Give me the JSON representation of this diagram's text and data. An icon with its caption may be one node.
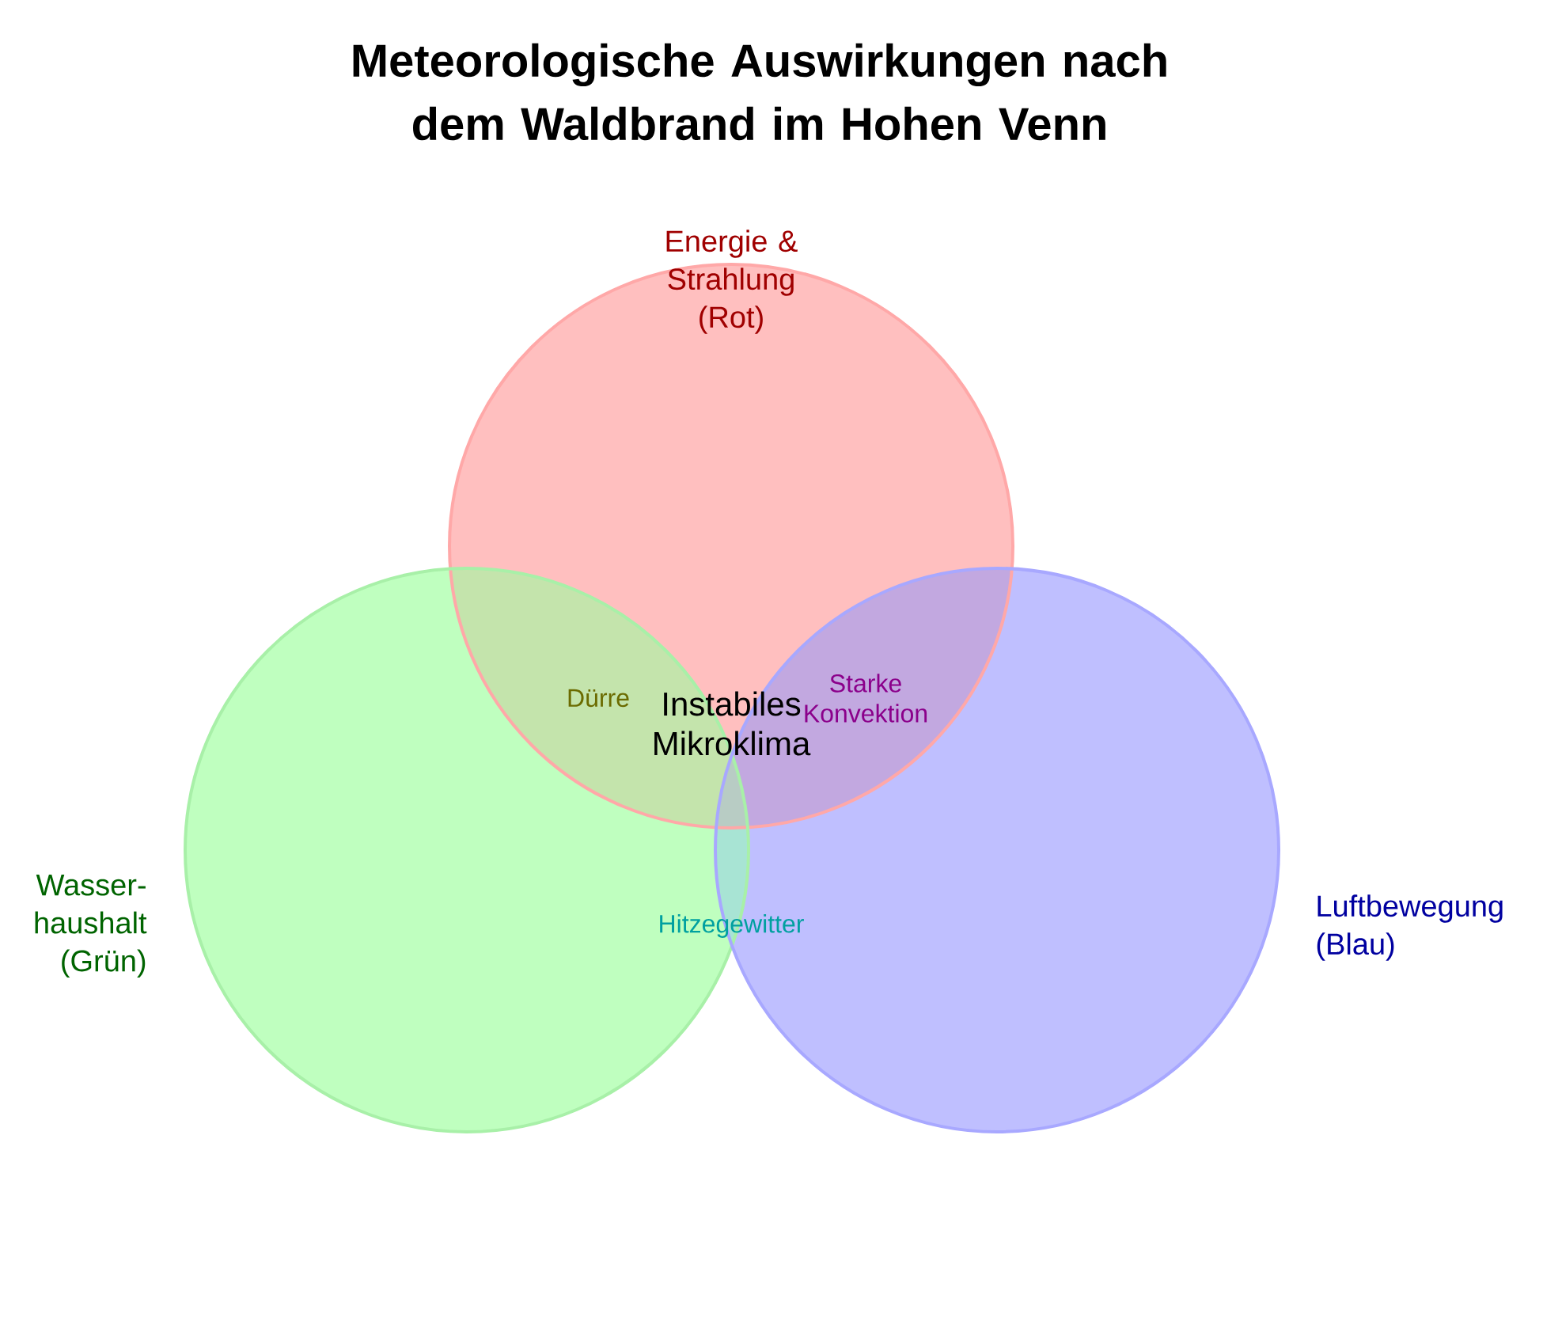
{
  "diagram": {
    "title": "Meteorologische Auswirkungen nach dem Waldbrand im Hohen Venn",
    "nodes": [
      {
        "text": [
          "Energie & Strahlung (Rot)"
        ]
      },
      {
        "text": [
          "Wasser- haushalt (Grün)"
        ]
      },
      {
        "text": [
          "Luftbewegung (Blau)"
        ]
      }
    ],
    "labels": [
      "Dürre",
      "Instabiles Mikroklima",
      "Starke Konvektion",
      "Hitzegewitter"
    ]
  }
}
